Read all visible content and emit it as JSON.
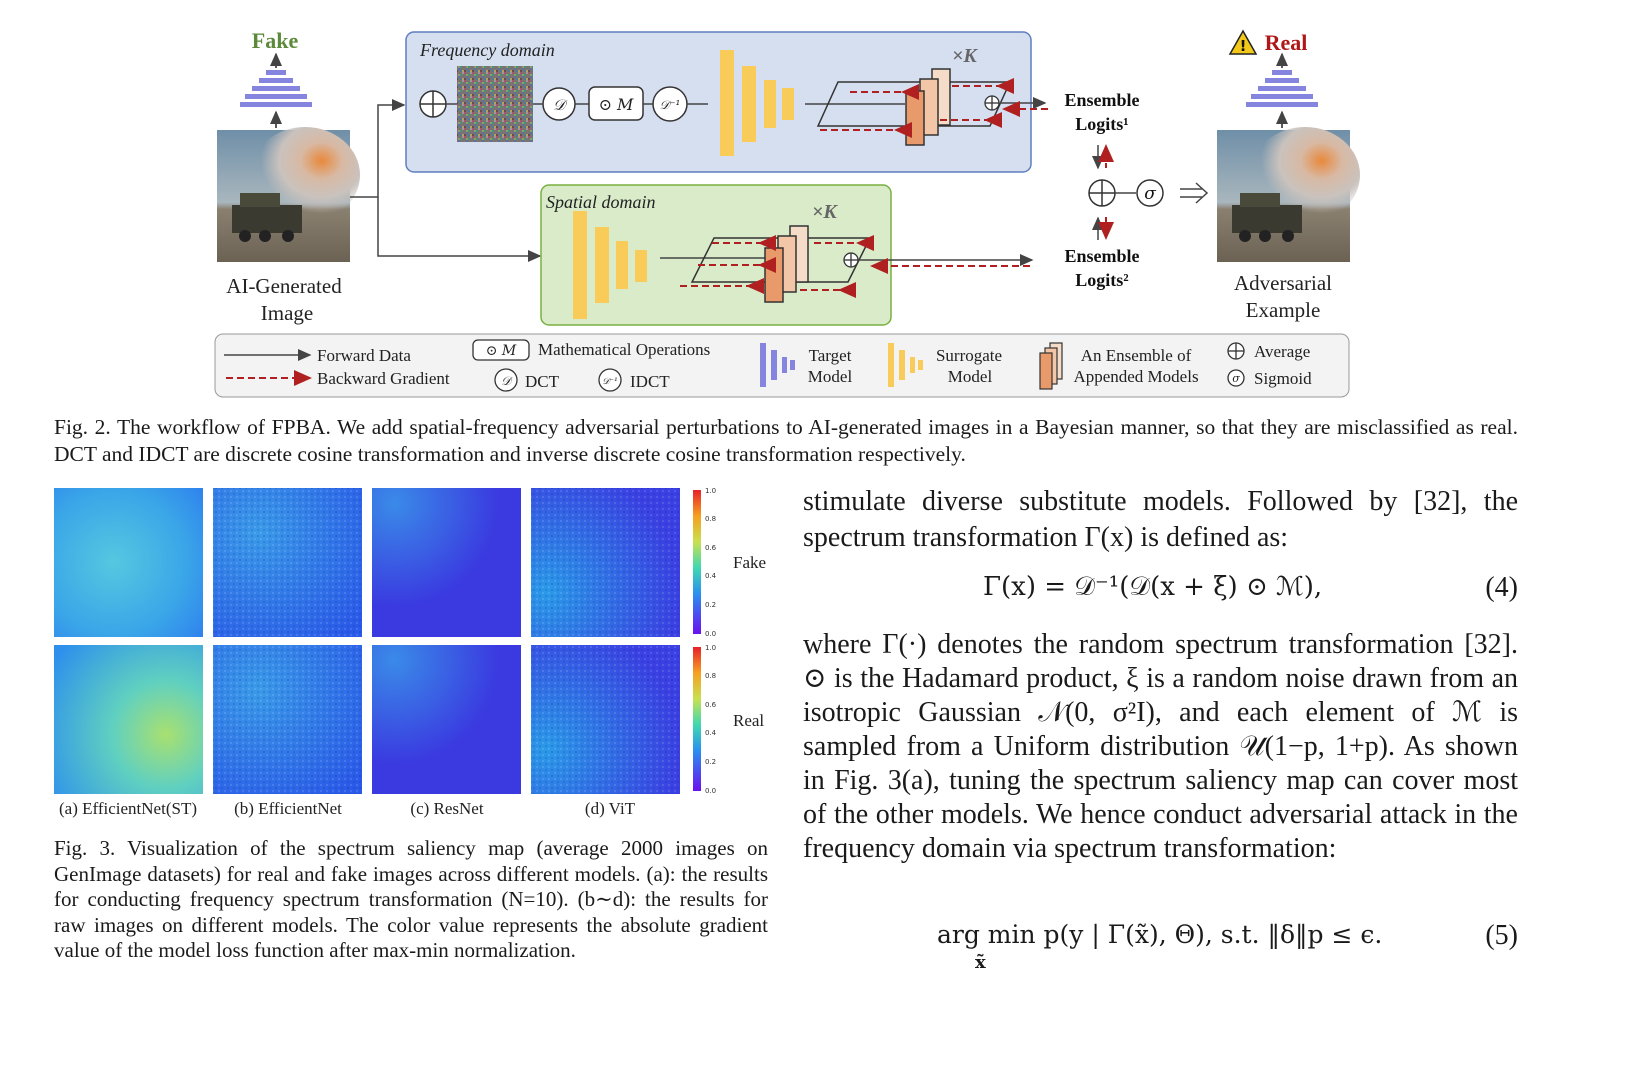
{
  "fig2": {
    "fake_label": "Fake",
    "real_label": "Real",
    "input_label_line1": "AI-Generated",
    "input_label_line2": "Image",
    "output_label_line1": "Adversarial",
    "output_label_line2": "Example",
    "freq_title": "Frequency domain",
    "spatial_title": "Spatial domain",
    "times_k": "×K",
    "dct_symbol": "𝒟",
    "mask_symbol": "⊙ M",
    "idct_symbol": "𝒟⁻¹",
    "ensemble1_line1": "Ensemble",
    "ensemble1_line2": "Logits¹",
    "ensemble2_line1": "Ensemble",
    "ensemble2_line2": "Logits²",
    "sigma_symbol": "σ",
    "legend": {
      "forward": "Forward Data",
      "backward": "Backward Gradient",
      "math_ops": "Mathematical Operations",
      "math_ops_icon": "⊙ M",
      "dct": "DCT",
      "idct": "IDCT",
      "target_line1": "Target",
      "target_line2": "Model",
      "surrogate_line1": "Surrogate",
      "surrogate_line2": "Model",
      "ensemble_line1": "An Ensemble of",
      "ensemble_line2": "Appended Models",
      "average": "Average",
      "sigmoid": "Sigmoid"
    },
    "caption": "Fig. 2.  The workflow of FPBA. We add spatial-frequency adversarial perturbations to AI-generated images in a Bayesian manner, so that they are misclassified as real. DCT and IDCT are discrete cosine transformation and inverse discrete cosine transformation respectively."
  },
  "fig3": {
    "row_labels": [
      "Fake",
      "Real"
    ],
    "sublabels": [
      "(a) EfficientNet(ST)",
      "(b) EfficientNet",
      "(c) ResNet",
      "(d) ViT"
    ],
    "colorbar_ticks": [
      "1.0",
      "0.8",
      "0.6",
      "0.4",
      "0.2",
      "0.0"
    ],
    "caption": "Fig. 3.  Visualization of the spectrum saliency map (average 2000 images on GenImage datasets) for real and fake images across different models. (a): the results for conducting frequency spectrum transformation (N=10). (b∼d): the results for raw images on different models. The color value represents the absolute gradient value of the model loss function after max-min normalization."
  },
  "text": {
    "para1": "stimulate diverse substitute models. Followed by [32], the spectrum transformation Γ(x) is defined as:",
    "eq4": "Γ(x) = 𝒟⁻¹(𝒟(x + ξ) ⊙ ℳ),",
    "eq4_num": "(4)",
    "para2": "where Γ(·) denotes the random spectrum transformation [32]. ⊙ is the Hadamard product, ξ is a random noise drawn from an isotropic Gaussian 𝒩(0, σ²I), and each element of ℳ is sampled from a Uniform distribution 𝒰(1−p, 1+p). As shown in Fig. 3(a), tuning the spectrum saliency map can cover most of the other models. We hence conduct adversarial attack in the frequency domain via spectrum transformation:",
    "eq5": "arg min p(y | Γ(x̃), Θ),  s.t.  ‖δ‖p ≤ ϵ.",
    "eq5_sub": "x̃",
    "eq5_num": "(5)"
  }
}
